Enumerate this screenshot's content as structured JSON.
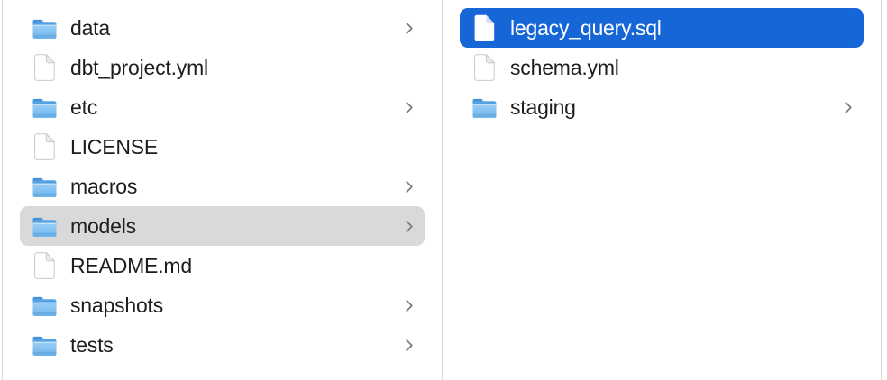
{
  "app": {
    "view": "finder-column-browser"
  },
  "colors": {
    "selection_blue": "#1766d8",
    "selection_gray": "#d9d9d9",
    "divider": "#dadada",
    "text": "#1d1d1f",
    "selected_text": "#ffffff",
    "chevron": "#7b7b7b",
    "folder_blue_dark": "#4391d6",
    "folder_blue_light": "#8ac6f2"
  },
  "columns": [
    {
      "name": "parent-directory",
      "items": [
        {
          "label": "data",
          "type": "folder",
          "chevron": true,
          "selected": false
        },
        {
          "label": "dbt_project.yml",
          "type": "file",
          "chevron": false,
          "selected": false
        },
        {
          "label": "etc",
          "type": "folder",
          "chevron": true,
          "selected": false
        },
        {
          "label": "LICENSE",
          "type": "file",
          "chevron": false,
          "selected": false
        },
        {
          "label": "macros",
          "type": "folder",
          "chevron": true,
          "selected": false
        },
        {
          "label": "models",
          "type": "folder",
          "chevron": true,
          "selected": true,
          "selection_style": "inactive"
        },
        {
          "label": "README.md",
          "type": "file",
          "chevron": false,
          "selected": false
        },
        {
          "label": "snapshots",
          "type": "folder",
          "chevron": true,
          "selected": false
        },
        {
          "label": "tests",
          "type": "folder",
          "chevron": true,
          "selected": false
        }
      ]
    },
    {
      "name": "models-directory",
      "items": [
        {
          "label": "legacy_query.sql",
          "type": "file",
          "chevron": false,
          "selected": true,
          "selection_style": "active"
        },
        {
          "label": "schema.yml",
          "type": "file",
          "chevron": false,
          "selected": false
        },
        {
          "label": "staging",
          "type": "folder",
          "chevron": true,
          "selected": false
        }
      ]
    }
  ]
}
